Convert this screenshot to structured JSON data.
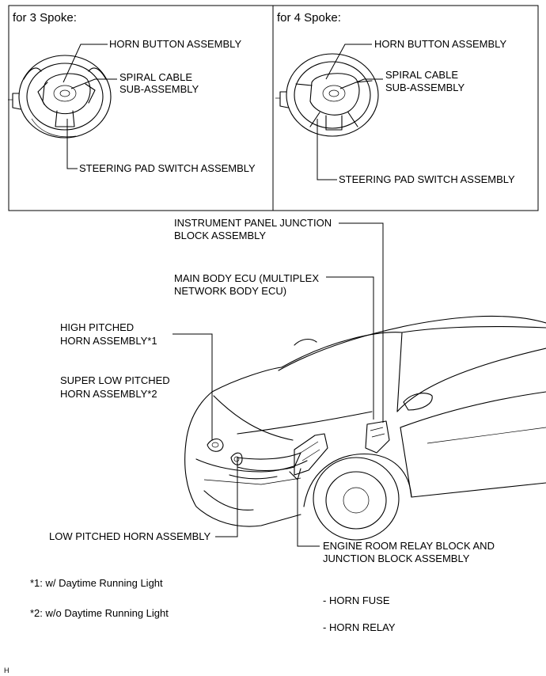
{
  "panels": {
    "left": {
      "title": "for 3 Spoke:",
      "horn_button": "HORN BUTTON ASSEMBLY",
      "spiral_cable_1": "SPIRAL CABLE",
      "spiral_cable_2": "SUB-ASSEMBLY",
      "steering_pad": "STEERING PAD SWITCH ASSEMBLY"
    },
    "right": {
      "title": "for 4 Spoke:",
      "horn_button": "HORN BUTTON ASSEMBLY",
      "spiral_cable_1": "SPIRAL CABLE",
      "spiral_cable_2": "SUB-ASSEMBLY",
      "steering_pad": "STEERING PAD SWITCH ASSEMBLY"
    }
  },
  "vehicle": {
    "instrument_panel_1": "INSTRUMENT PANEL JUNCTION",
    "instrument_panel_2": "BLOCK ASSEMBLY",
    "main_body_ecu_1": "MAIN BODY ECU (MULTIPLEX",
    "main_body_ecu_2": "NETWORK BODY ECU)",
    "high_horn_1": "HIGH PITCHED",
    "high_horn_2": "HORN ASSEMBLY*1",
    "super_low_horn_1": "SUPER LOW PITCHED",
    "super_low_horn_2": "HORN ASSEMBLY*2",
    "low_horn": "LOW PITCHED HORN ASSEMBLY",
    "engine_room_1": "ENGINE ROOM RELAY BLOCK AND",
    "engine_room_2": "JUNCTION BLOCK ASSEMBLY"
  },
  "notes": {
    "note1": "*1: w/ Daytime Running Light",
    "note2": "*2: w/o Daytime Running Light",
    "horn_fuse": "- HORN FUSE",
    "horn_relay": "- HORN RELAY"
  },
  "figure_code": "H"
}
